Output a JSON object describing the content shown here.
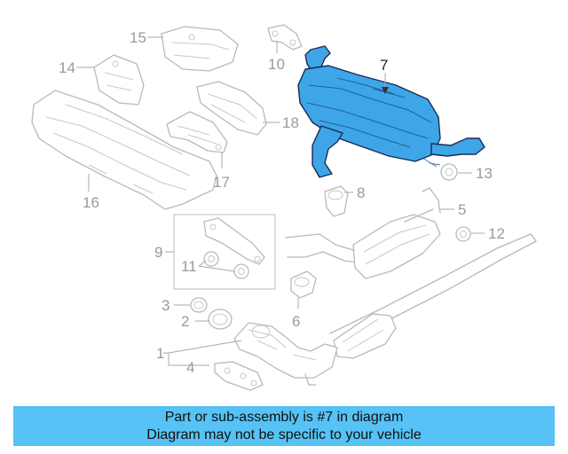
{
  "callouts": {
    "c1": "1",
    "c2": "2",
    "c3": "3",
    "c4": "4",
    "c5": "5",
    "c6": "6",
    "c7": "7",
    "c8": "8",
    "c9": "9",
    "c10": "10",
    "c11": "11",
    "c12": "12",
    "c13": "13",
    "c14": "14",
    "c15": "15",
    "c16": "16",
    "c17": "17",
    "c18": "18"
  },
  "banner": {
    "line1": "Part or sub-assembly is #7 in diagram",
    "line2": "Diagram may not be specific to your vehicle"
  },
  "colors": {
    "highlight": "#3ea6e6",
    "banner": "#56c2f5",
    "part_line": "#b9b9b9"
  }
}
